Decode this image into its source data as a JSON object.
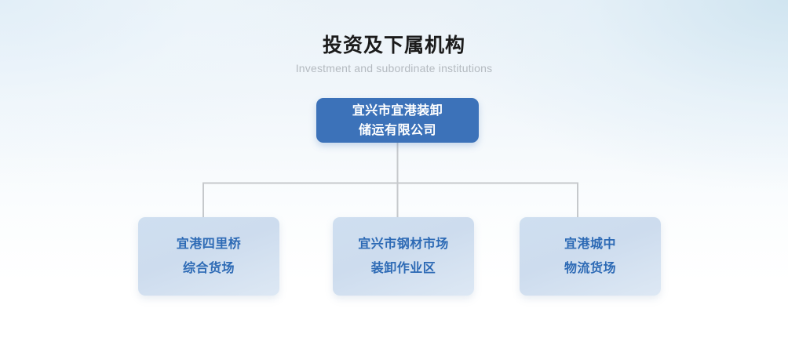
{
  "heading": {
    "title": "投资及下属机构",
    "subtitle": "Investment and subordinate institutions"
  },
  "chart_data": {
    "type": "diagram",
    "diagram_kind": "organizational-chart",
    "title": "投资及下属机构",
    "subtitle": "Investment and subordinate institutions",
    "orientation": "top-down",
    "levels": 2,
    "root": {
      "id": "root",
      "lines": [
        "宜兴市宜港装卸",
        "储运有限公司"
      ],
      "full_text": "宜兴市宜港装卸储运有限公司",
      "fill": "#3c72b9",
      "text_color": "#ffffff"
    },
    "children": [
      {
        "id": "child-1",
        "lines": [
          "宜港四里桥",
          "综合货场"
        ],
        "full_text": "宜港四里桥综合货场",
        "fill": "#ccdcee",
        "text_color": "#2d6ab5"
      },
      {
        "id": "child-2",
        "lines": [
          "宜兴市钢材市场",
          "装卸作业区"
        ],
        "full_text": "宜兴市钢材市场装卸作业区",
        "fill": "#ccdcee",
        "text_color": "#2d6ab5"
      },
      {
        "id": "child-3",
        "lines": [
          "宜港城中",
          "物流货场"
        ],
        "full_text": "宜港城中物流货场",
        "fill": "#ccdcee",
        "text_color": "#2d6ab5"
      }
    ],
    "edges": [
      {
        "from": "root",
        "to": "child-1"
      },
      {
        "from": "root",
        "to": "child-2"
      },
      {
        "from": "root",
        "to": "child-3"
      }
    ],
    "connector_color": "#c6c9cc"
  },
  "colors": {
    "root_fill": "#3c72b9",
    "child_fill": "#ccdcee",
    "child_text": "#2d6ab5",
    "title_text": "#1b1b1b",
    "subtitle_text": "#b4bac0",
    "connector": "#c6c9cc",
    "background_top": "#eaf2f8",
    "background_bottom": "#ffffff"
  }
}
